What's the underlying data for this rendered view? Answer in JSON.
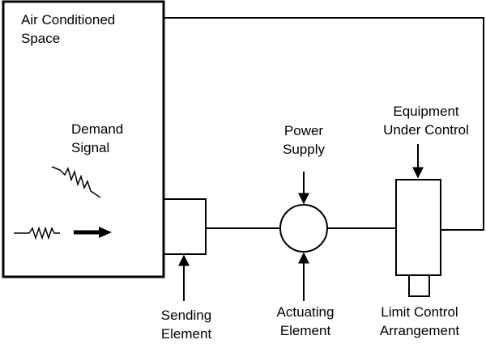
{
  "labels": {
    "space": [
      "Air Conditioned",
      "Space"
    ],
    "demand": [
      "Demand",
      "Signal"
    ],
    "power": [
      "Power",
      "Supply"
    ],
    "equipment": [
      "Equipment",
      "Under Control"
    ],
    "sending": [
      "Sending",
      "Element"
    ],
    "actuating": [
      "Actuating",
      "Element"
    ],
    "limit": [
      "Limit Control",
      "Arrangement"
    ]
  },
  "colors": {
    "line": "#000000",
    "background": "#ffffff"
  }
}
